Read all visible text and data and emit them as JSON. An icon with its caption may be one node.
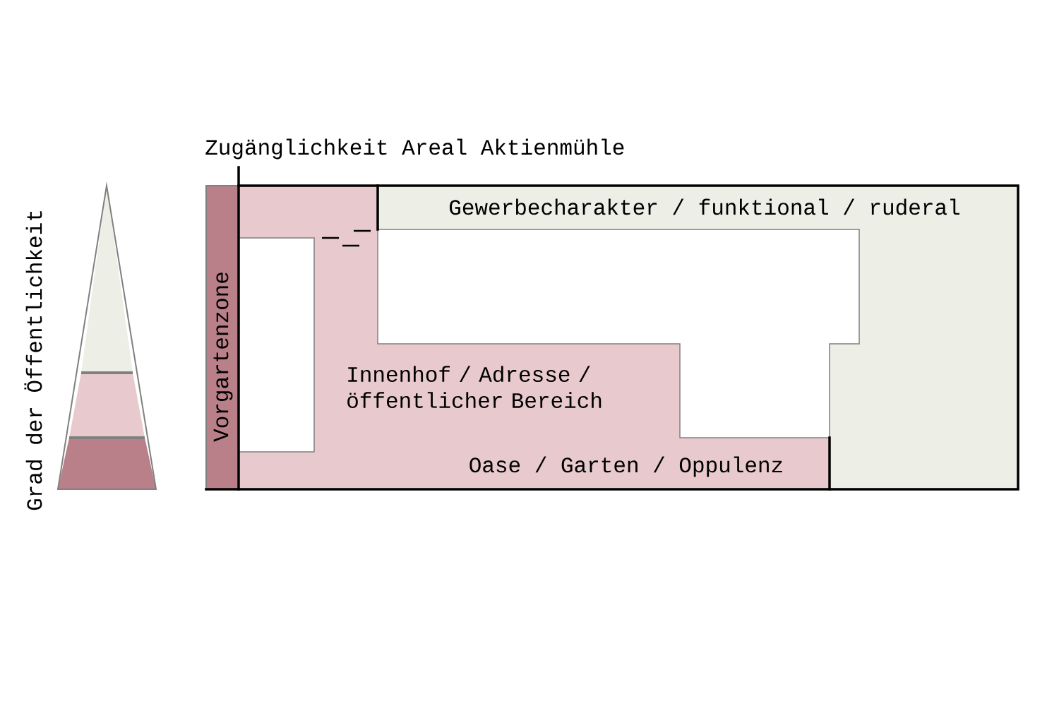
{
  "diagram": {
    "title": "Zugänglichkeit Areal Aktienmühle",
    "nodes": [
      {
        "text": [
          "Gewerbecharakter / funktional / ruderal"
        ]
      },
      {
        "text": [
          "Vorgartenzone"
        ]
      },
      {
        "text": [
          "Innenhof / Adresse / öffentlicher Bereich",
          "Oase / Garten / Oppulenz"
        ]
      }
    ],
    "labels": [
      "Grad der Öffentlichkeit"
    ]
  }
}
